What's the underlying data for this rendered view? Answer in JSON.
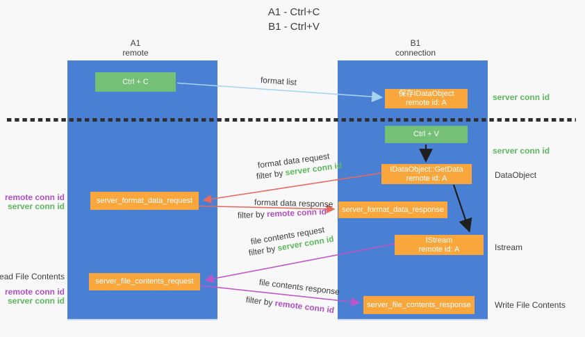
{
  "title": {
    "line1": "A1 - Ctrl+C",
    "line2": "B1 - Ctrl+V"
  },
  "columns": {
    "a": {
      "name": "A1",
      "subtitle": "remote"
    },
    "b": {
      "name": "B1",
      "subtitle": "connection"
    }
  },
  "boxes": {
    "ctrl_c": "Ctrl + C",
    "ctrl_v": "Ctrl + V",
    "save_dataobject": {
      "line1": "保存IDataObject",
      "line2": "remote id: A"
    },
    "getdata": {
      "line1": "IDataObject::GetData",
      "line2": "remote id: A"
    },
    "istream": {
      "line1": "IStream",
      "line2": "remote id: A"
    },
    "format_request": "server_format_data_request",
    "format_response": "server_format_data_response",
    "file_request": "server_file_contents_request",
    "file_response": "server_file_contents_response"
  },
  "labels": {
    "format_list": "format list",
    "format_data_request": "format data request",
    "format_data_response": "format data response",
    "file_contents_request": "file contents request",
    "file_contents_response": "file contents response",
    "filter_by": "filter by ",
    "server_conn_id": "server conn id",
    "remote_conn_id": "remote conn id"
  },
  "side_notes": {
    "server_conn_id_top": "server conn id",
    "server_conn_id_mid": "server conn id",
    "dataobject": "DataObject",
    "istream": "Istream",
    "write_file_contents": "Write File Contents",
    "read_file_contents": "Read File Contents",
    "remote_conn_id": "remote conn id",
    "server_conn_id": "server conn id"
  },
  "colors": {
    "column_blue": "#4a80d4",
    "box_green": "#74c077",
    "box_orange": "#f9a63d",
    "arrow_blue": "#a7d3f0",
    "arrow_red": "#e8695e",
    "arrow_magenta": "#c055c5",
    "arrow_black": "#1f1f1f",
    "divider_black": "#2f2f2f",
    "text_green": "#5cb85c",
    "text_purple": "#b14fc6",
    "text_dark": "#3d3d3d"
  }
}
